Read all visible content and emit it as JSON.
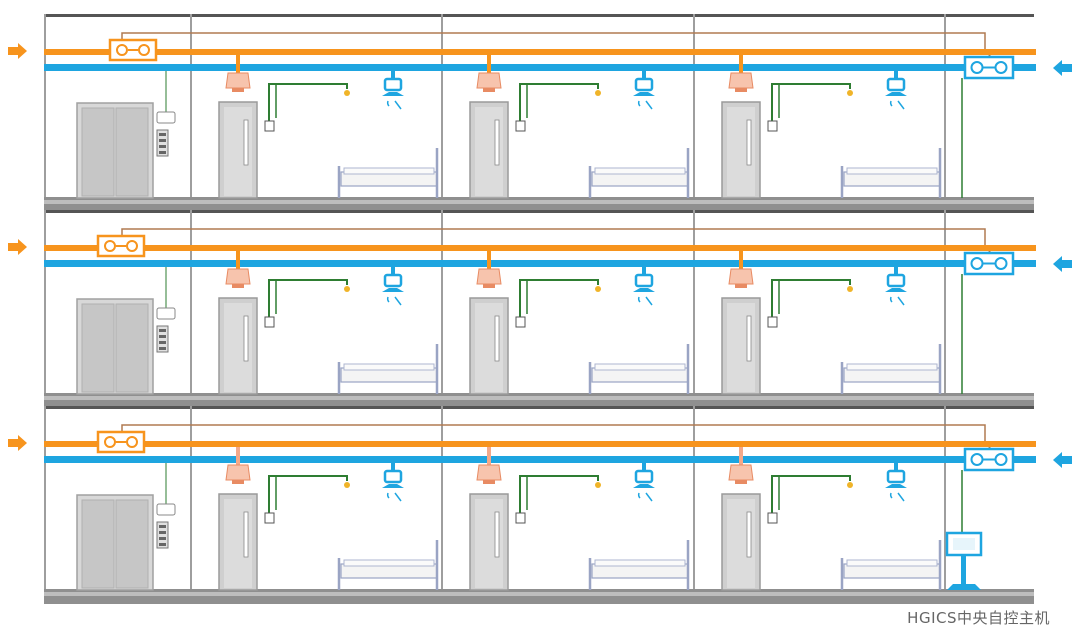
{
  "caption": "HGICS中央自控主机",
  "floors": 3,
  "rooms_per_floor": 3,
  "colors": {
    "supply_duct": "#f7941d",
    "return_duct": "#1ea5e0",
    "control_wire": "#2e7d32",
    "signal_wire": "#b07a50",
    "wall": "#9e9e9e",
    "floor_slab": "#8f8f8f",
    "door": "#cfcfcf",
    "pipe_light": "#f4a98a",
    "ceiling": "#555555"
  },
  "icons": {
    "flow_in": "arrow-right-icon",
    "flow_out": "arrow-left-icon",
    "supply_unit": "fan-coil-unit-icon",
    "exhaust_unit": "exhaust-unit-icon",
    "air_outlet": "air-outlet-icon",
    "sensor": "sensor-icon",
    "thermostat": "thermostat-icon",
    "lamp": "lamp-icon",
    "bed": "bed-icon",
    "door": "door-icon",
    "elevator": "elevator-icon",
    "host": "central-host-icon"
  }
}
